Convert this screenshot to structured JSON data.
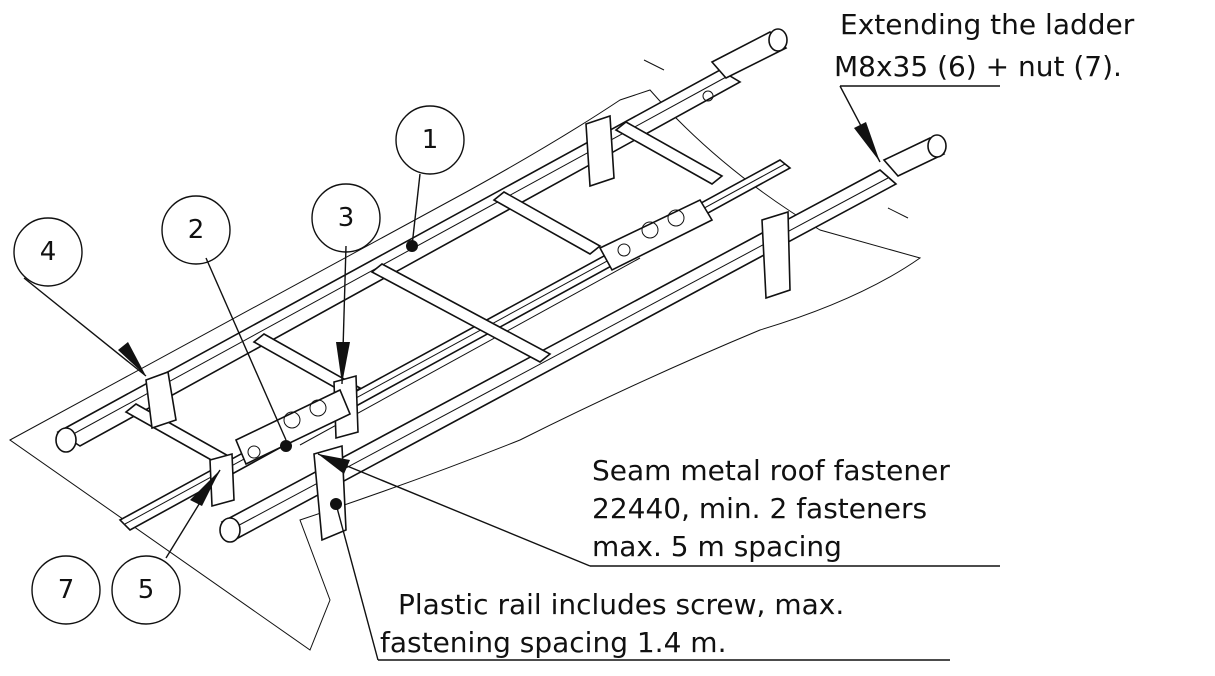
{
  "callouts": {
    "extend_line1": "Extending the ladder",
    "extend_line2": "M8x35 (6) + nut (7).",
    "seam_line1": "Seam metal roof fastener",
    "seam_line2": "22440, min. 2 fasteners",
    "seam_line3": "max. 5 m spacing",
    "plastic_line1": "Plastic rail includes screw, max.",
    "plastic_line2": "fastening spacing 1.4 m."
  },
  "balloons": {
    "b1": "1",
    "b2": "2",
    "b3": "3",
    "b4": "4",
    "b5": "5",
    "b7": "7"
  }
}
